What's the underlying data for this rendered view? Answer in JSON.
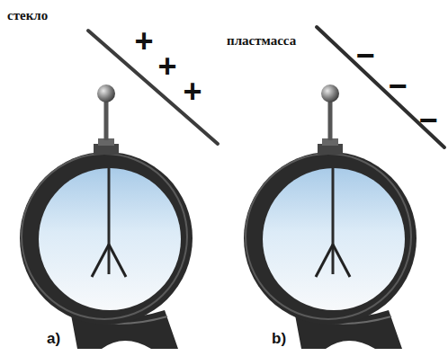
{
  "diagram": {
    "labels": [
      "стекло",
      "+",
      "+",
      "+",
      "a)",
      "пластмасса",
      "−",
      "−",
      "−",
      "b)"
    ]
  }
}
